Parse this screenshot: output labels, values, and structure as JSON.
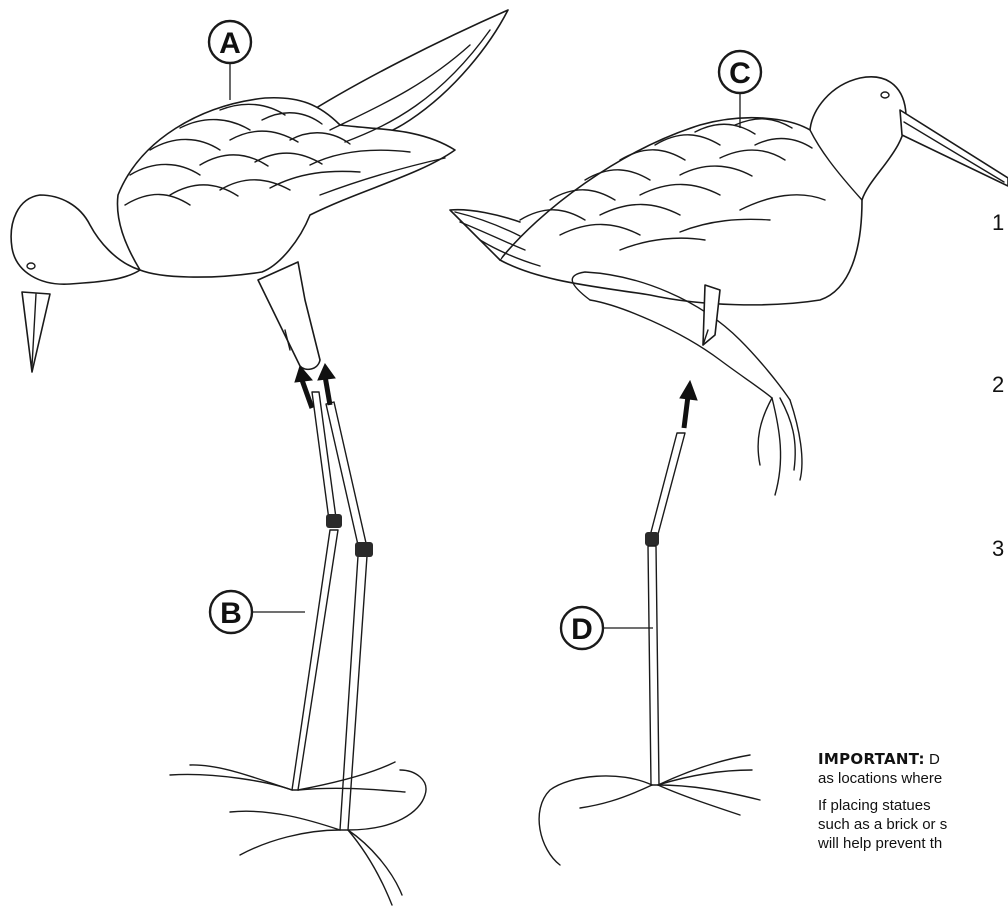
{
  "labels": {
    "a": "A",
    "b": "B",
    "c": "C",
    "d": "D"
  },
  "steps": {
    "one": "1",
    "two": "2",
    "three": "3"
  },
  "note": {
    "important_label": "IMPORTANT:",
    "important_text": " D",
    "line2": "as locations where",
    "para2_line1": "If placing statues",
    "para2_line2": "such as a brick or s",
    "para2_line3": "will help prevent th"
  }
}
